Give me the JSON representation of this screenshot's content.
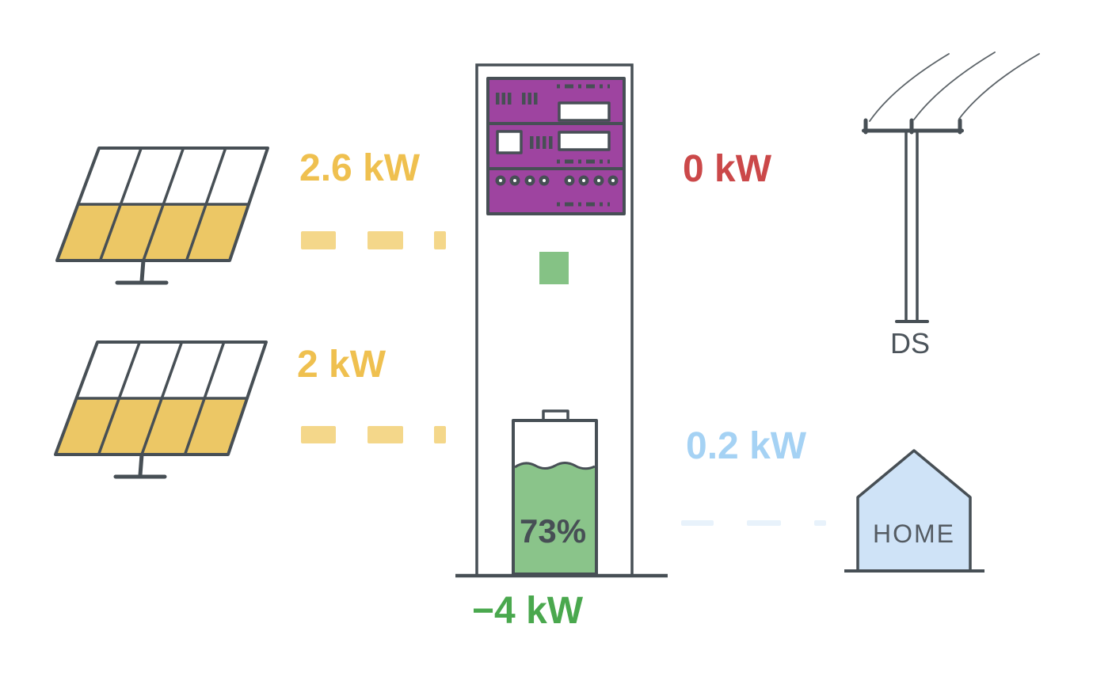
{
  "diagram": {
    "pv_top": {
      "power": "2.6 kW"
    },
    "pv_bottom": {
      "power": "2 kW"
    },
    "grid": {
      "power": "0 kW",
      "pole_label": "DS"
    },
    "battery": {
      "charge": "73%",
      "power": "−4 kW"
    },
    "home": {
      "label": "HOME",
      "power": "0.2 kW"
    },
    "colors": {
      "panel_fill_yellow": "#ecc765",
      "pv_label_yellow": "#efc04f",
      "flow_dash_yellow": "#f4d78a",
      "inverter_purple": "#9e44a0",
      "outline_dark_gray": "#474f55",
      "battery_green": "#8ac48a",
      "status_square_green": "#85c285",
      "battery_label_green": "#4aa84e",
      "grid_label_red": "#cb4849",
      "home_label_blue": "#a5d2f4",
      "home_fill_blue": "#cfe3f7",
      "flow_dash_blue": "#e8f2fb"
    }
  }
}
